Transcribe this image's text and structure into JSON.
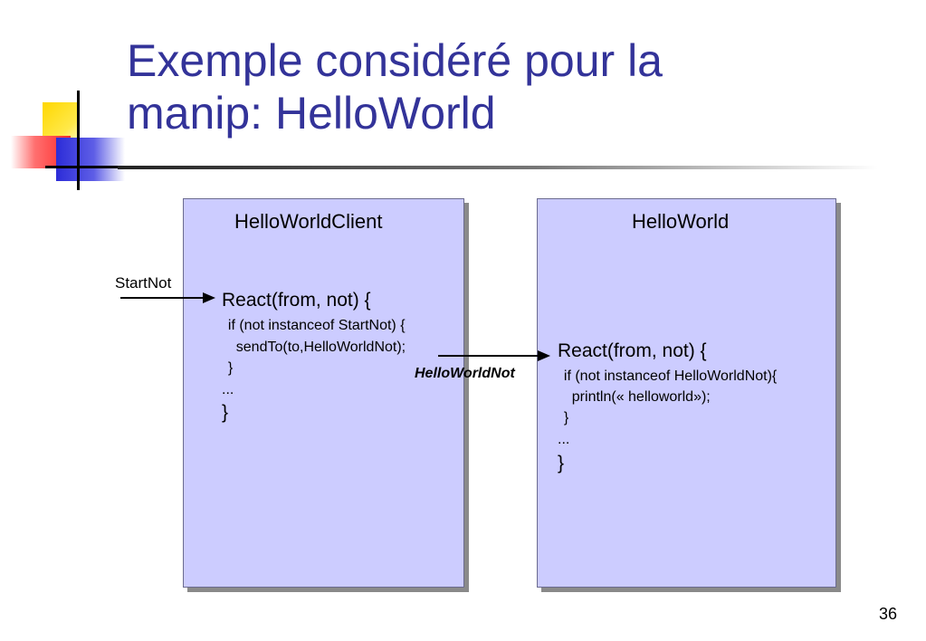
{
  "title": {
    "line1": "Exemple considéré pour la",
    "line2": "manip: HelloWorld"
  },
  "client": {
    "name": "HelloWorldClient",
    "code": [
      "React(from, not) {",
      "  if (not instanceof StartNot) {",
      "    sendTo(to,HelloWorldNot);",
      "  }",
      "...",
      "}"
    ]
  },
  "server": {
    "name": "HelloWorld",
    "code": [
      "React(from, not) {",
      "  if (not instanceof HelloWorldNot){",
      "    println(« helloworld»);",
      "  }",
      "...",
      "}"
    ]
  },
  "messages": {
    "start": "StartNot",
    "hello": "HelloWorldNot"
  },
  "page_number": "36"
}
